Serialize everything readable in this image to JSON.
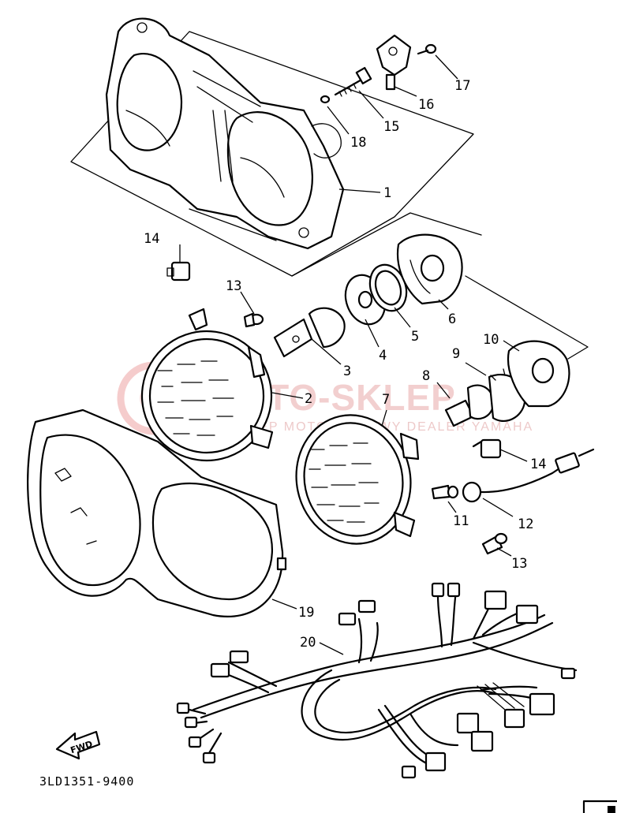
{
  "diagram": {
    "code": "3LD1351-9400",
    "fwd": "FWD",
    "watermark": {
      "brand": "MOTO-SKLEP.",
      "tagline": "SKLEP MOTOCYKLOWY DEALER YAMAHA"
    },
    "labels": {
      "p1": "1",
      "p2": "2",
      "p3": "3",
      "p4": "4",
      "p5": "5",
      "p6": "6",
      "p7": "7",
      "p8": "8",
      "p9": "9",
      "p10": "10",
      "p11": "11",
      "p12": "12",
      "p13a": "13",
      "p13b": "13",
      "p14a": "14",
      "p14b": "14",
      "p15": "15",
      "p16": "16",
      "p17": "17",
      "p18": "18",
      "p19": "19",
      "p20": "20"
    }
  }
}
